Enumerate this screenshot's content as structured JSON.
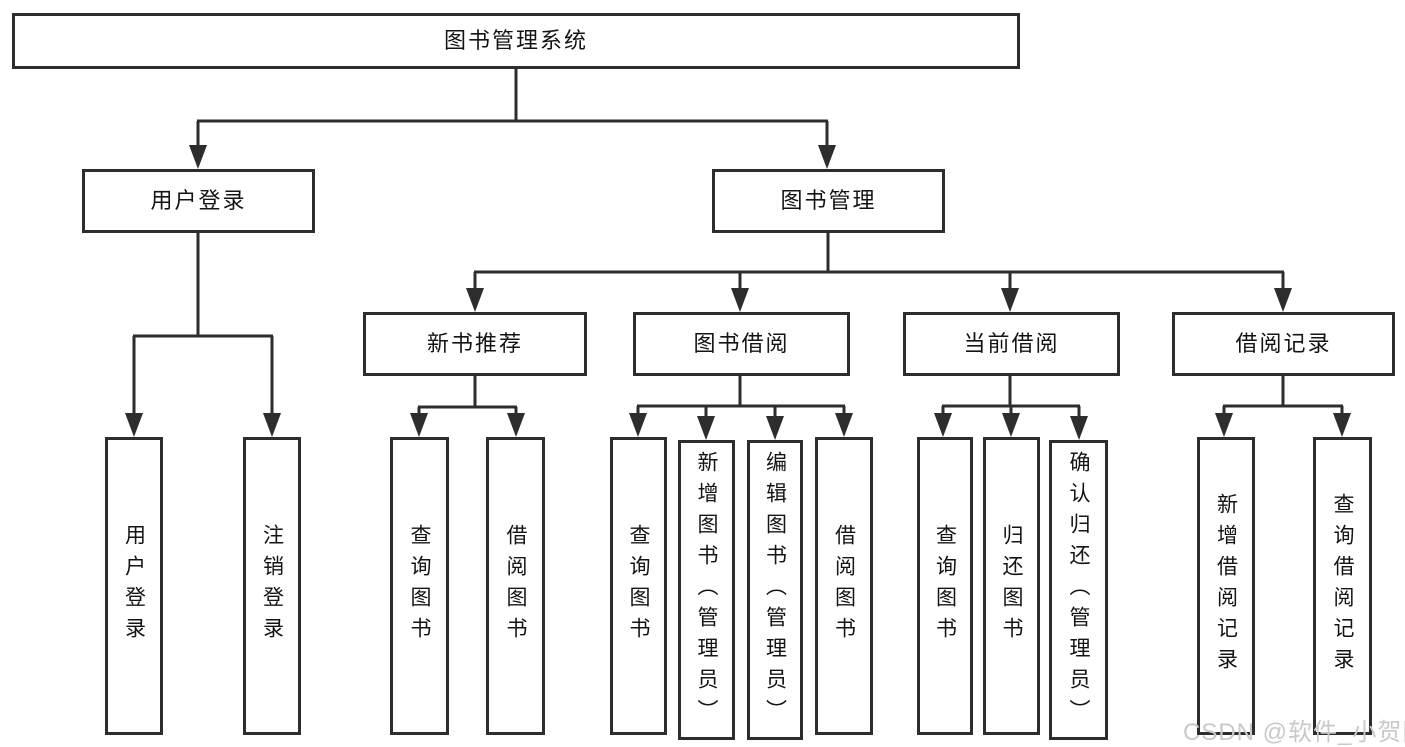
{
  "colors": {
    "line": "#2d2d2d",
    "box_border": "#2d2d2d",
    "box_background": "#ffffff",
    "text": "#141414",
    "watermark_text": "#c9c9cd",
    "page_background": "#ffffff"
  },
  "watermark": "CSDN @软件_小贺同学",
  "diagram": {
    "root": {
      "label": "图书管理系统"
    },
    "branches": [
      {
        "label": "用户登录",
        "children": [
          {
            "label": "用户登录"
          },
          {
            "label": "注销登录"
          }
        ]
      },
      {
        "label": "图书管理",
        "children": [
          {
            "label": "新书推荐",
            "children": [
              {
                "label": "查询图书"
              },
              {
                "label": "借阅图书"
              }
            ]
          },
          {
            "label": "图书借阅",
            "children": [
              {
                "label": "查询图书"
              },
              {
                "label": "新增图书（管理员）"
              },
              {
                "label": "编辑图书（管理员）"
              },
              {
                "label": "借阅图书"
              }
            ]
          },
          {
            "label": "当前借阅",
            "children": [
              {
                "label": "查询图书"
              },
              {
                "label": "归还图书"
              },
              {
                "label": "确认归还（管理员）"
              }
            ]
          },
          {
            "label": "借阅记录",
            "children": [
              {
                "label": "新增借阅记录"
              },
              {
                "label": "查询借阅记录"
              }
            ]
          }
        ]
      }
    ]
  }
}
